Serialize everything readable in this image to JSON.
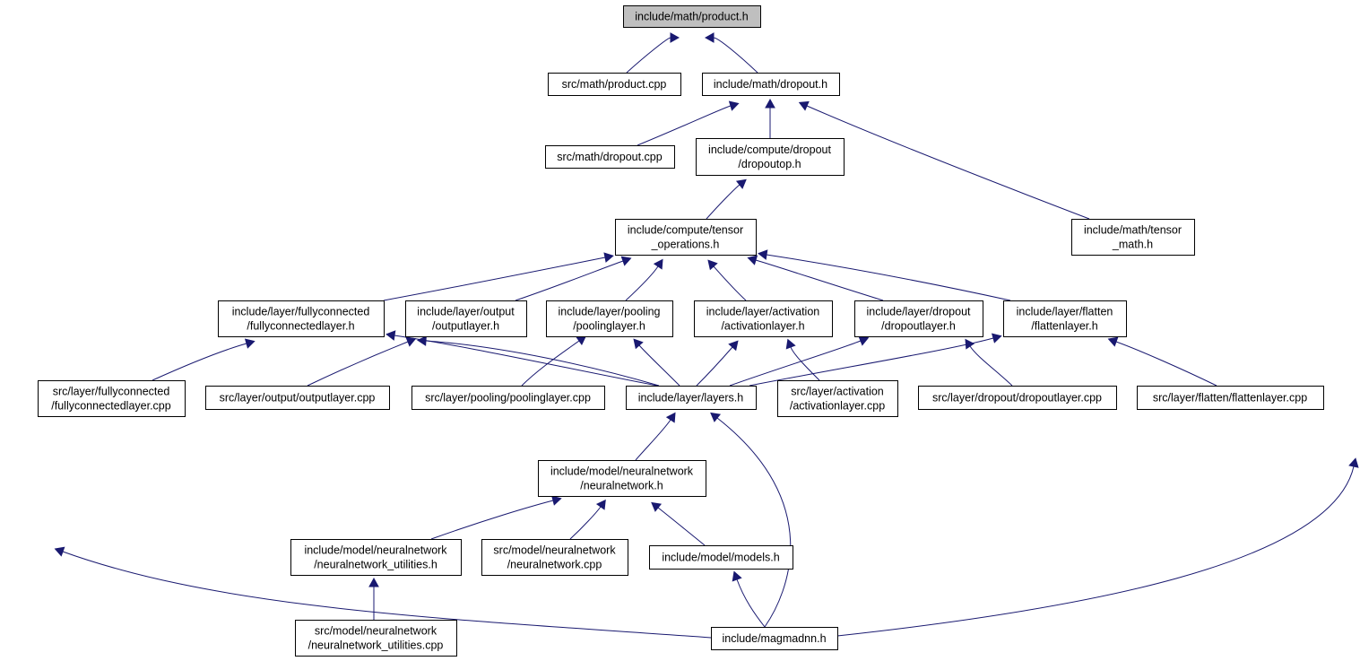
{
  "colors": {
    "edge": "#191970",
    "root_fill": "#bfbfbf",
    "node_fill": "#ffffff",
    "node_border": "#000000"
  },
  "nodes": [
    {
      "id": "product_h",
      "lines": [
        "include/math/product.h"
      ]
    },
    {
      "id": "product_cpp",
      "lines": [
        "src/math/product.cpp"
      ]
    },
    {
      "id": "dropout_h",
      "lines": [
        "include/math/dropout.h"
      ]
    },
    {
      "id": "dropout_cpp",
      "lines": [
        "src/math/dropout.cpp"
      ]
    },
    {
      "id": "dropoutop_h",
      "lines": [
        "include/compute/dropout",
        "/dropoutop.h"
      ]
    },
    {
      "id": "tensor_ops_h",
      "lines": [
        "include/compute/tensor",
        "_operations.h"
      ]
    },
    {
      "id": "tensor_math_h",
      "lines": [
        "include/math/tensor",
        "_math.h"
      ]
    },
    {
      "id": "fc_layer_h",
      "lines": [
        "include/layer/fullyconnected",
        "/fullyconnectedlayer.h"
      ]
    },
    {
      "id": "output_layer_h",
      "lines": [
        "include/layer/output",
        "/outputlayer.h"
      ]
    },
    {
      "id": "pooling_layer_h",
      "lines": [
        "include/layer/pooling",
        "/poolinglayer.h"
      ]
    },
    {
      "id": "activation_layer_h",
      "lines": [
        "include/layer/activation",
        "/activationlayer.h"
      ]
    },
    {
      "id": "dropout_layer_h",
      "lines": [
        "include/layer/dropout",
        "/dropoutlayer.h"
      ]
    },
    {
      "id": "flatten_layer_h",
      "lines": [
        "include/layer/flatten",
        "/flattenlayer.h"
      ]
    },
    {
      "id": "fc_layer_cpp",
      "lines": [
        "src/layer/fullyconnected",
        "/fullyconnectedlayer.cpp"
      ]
    },
    {
      "id": "output_layer_cpp",
      "lines": [
        "src/layer/output/outputlayer.cpp"
      ]
    },
    {
      "id": "pooling_layer_cpp",
      "lines": [
        "src/layer/pooling/poolinglayer.cpp"
      ]
    },
    {
      "id": "layers_h",
      "lines": [
        "include/layer/layers.h"
      ]
    },
    {
      "id": "activation_layer_cpp",
      "lines": [
        "src/layer/activation",
        "/activationlayer.cpp"
      ]
    },
    {
      "id": "dropout_layer_cpp",
      "lines": [
        "src/layer/dropout/dropoutlayer.cpp"
      ]
    },
    {
      "id": "flatten_layer_cpp",
      "lines": [
        "src/layer/flatten/flattenlayer.cpp"
      ]
    },
    {
      "id": "neuralnetwork_h",
      "lines": [
        "include/model/neuralnetwork",
        "/neuralnetwork.h"
      ]
    },
    {
      "id": "nn_utilities_h",
      "lines": [
        "include/model/neuralnetwork",
        "/neuralnetwork_utilities.h"
      ]
    },
    {
      "id": "neuralnetwork_cpp",
      "lines": [
        "src/model/neuralnetwork",
        "/neuralnetwork.cpp"
      ]
    },
    {
      "id": "models_h",
      "lines": [
        "include/model/models.h"
      ]
    },
    {
      "id": "nn_utilities_cpp",
      "lines": [
        "src/model/neuralnetwork",
        "/neuralnetwork_utilities.cpp"
      ]
    },
    {
      "id": "magmadnn_h",
      "lines": [
        "include/magmadnn.h"
      ]
    }
  ],
  "edges": [
    {
      "from": "product_cpp",
      "to": "product_h"
    },
    {
      "from": "dropout_h",
      "to": "product_h"
    },
    {
      "from": "dropout_cpp",
      "to": "dropout_h"
    },
    {
      "from": "dropoutop_h",
      "to": "dropout_h"
    },
    {
      "from": "tensor_math_h",
      "to": "dropout_h"
    },
    {
      "from": "tensor_ops_h",
      "to": "dropoutop_h"
    },
    {
      "from": "fc_layer_h",
      "to": "tensor_ops_h"
    },
    {
      "from": "output_layer_h",
      "to": "tensor_ops_h"
    },
    {
      "from": "pooling_layer_h",
      "to": "tensor_ops_h"
    },
    {
      "from": "activation_layer_h",
      "to": "tensor_ops_h"
    },
    {
      "from": "dropout_layer_h",
      "to": "tensor_ops_h"
    },
    {
      "from": "flatten_layer_h",
      "to": "tensor_ops_h"
    },
    {
      "from": "magmadnn_h",
      "to": "tensor_ops_h"
    },
    {
      "from": "magmadnn_h",
      "to": "tensor_math_h"
    },
    {
      "from": "fc_layer_cpp",
      "to": "fc_layer_h"
    },
    {
      "from": "layers_h",
      "to": "fc_layer_h"
    },
    {
      "from": "output_layer_cpp",
      "to": "output_layer_h"
    },
    {
      "from": "layers_h",
      "to": "output_layer_h"
    },
    {
      "from": "pooling_layer_cpp",
      "to": "pooling_layer_h"
    },
    {
      "from": "layers_h",
      "to": "pooling_layer_h"
    },
    {
      "from": "layers_h",
      "to": "activation_layer_h"
    },
    {
      "from": "activation_layer_cpp",
      "to": "activation_layer_h"
    },
    {
      "from": "layers_h",
      "to": "dropout_layer_h"
    },
    {
      "from": "dropout_layer_cpp",
      "to": "dropout_layer_h"
    },
    {
      "from": "layers_h",
      "to": "flatten_layer_h"
    },
    {
      "from": "flatten_layer_cpp",
      "to": "flatten_layer_h"
    },
    {
      "from": "neuralnetwork_h",
      "to": "layers_h"
    },
    {
      "from": "magmadnn_h",
      "to": "layers_h"
    },
    {
      "from": "nn_utilities_h",
      "to": "neuralnetwork_h"
    },
    {
      "from": "neuralnetwork_cpp",
      "to": "neuralnetwork_h"
    },
    {
      "from": "models_h",
      "to": "neuralnetwork_h"
    },
    {
      "from": "nn_utilities_cpp",
      "to": "nn_utilities_h"
    },
    {
      "from": "magmadnn_h",
      "to": "models_h"
    }
  ]
}
